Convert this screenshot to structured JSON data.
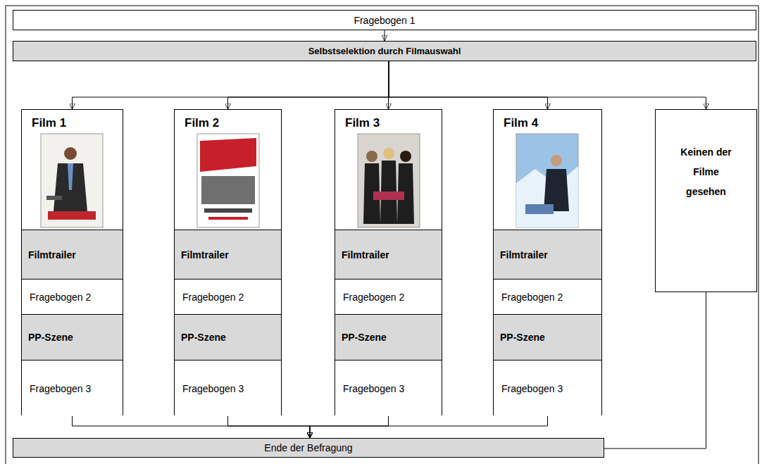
{
  "diagram": {
    "nodes": [
      {
        "text": [
          "Fragebogen 1"
        ]
      },
      {
        "text": [
          "Selbstselektion durch Filmauswahl"
        ]
      },
      {
        "text": [
          "Film 1"
        ]
      },
      {
        "text": [
          "Filmtrailer"
        ],
        "in": 2
      },
      {
        "text": [
          "Fragebogen 2"
        ],
        "in": 2
      },
      {
        "text": [
          "PP-Szene"
        ],
        "in": 2
      },
      {
        "text": [
          "Fragebogen 3"
        ],
        "in": 2
      },
      {
        "text": [
          "Film 2"
        ]
      },
      {
        "text": [
          "Filmtrailer"
        ],
        "in": 7
      },
      {
        "text": [
          "Fragebogen 2"
        ],
        "in": 7
      },
      {
        "text": [
          "PP-Szene"
        ],
        "in": 7
      },
      {
        "text": [
          "Fragebogen 3"
        ],
        "in": 7
      },
      {
        "text": [
          "Film 3"
        ]
      },
      {
        "text": [
          "Filmtrailer"
        ],
        "in": 12
      },
      {
        "text": [
          "Fragebogen 2"
        ],
        "in": 12
      },
      {
        "text": [
          "PP-Szene"
        ],
        "in": 12
      },
      {
        "text": [
          "Fragebogen 3"
        ],
        "in": 12
      },
      {
        "text": [
          "Film 4"
        ]
      },
      {
        "text": [
          "Filmtrailer"
        ],
        "in": 17
      },
      {
        "text": [
          "Fragebogen 2"
        ],
        "in": 17
      },
      {
        "text": [
          "PP-Szene"
        ],
        "in": 17
      },
      {
        "text": [
          "Fragebogen 3"
        ],
        "in": 17
      },
      {
        "text": [
          "Keinen der Filme gesehen"
        ]
      },
      {
        "text": [
          "Ende der Befragung"
        ]
      }
    ],
    "edges": [
      {
        "from": 0,
        "to": 1,
        "arrow": "to"
      },
      {
        "from": 1,
        "to": 2,
        "arrow": "to"
      },
      {
        "from": 1,
        "to": 7,
        "arrow": "to"
      },
      {
        "from": 1,
        "to": 12,
        "arrow": "to"
      },
      {
        "from": 1,
        "to": 17,
        "arrow": "to"
      },
      {
        "from": 1,
        "to": 22,
        "arrow": "to"
      },
      {
        "from": 2,
        "to": 23,
        "arrow": "to"
      },
      {
        "from": 7,
        "to": 23,
        "arrow": "to"
      },
      {
        "from": 12,
        "to": 23,
        "arrow": "to"
      },
      {
        "from": 17,
        "to": 23,
        "arrow": "to"
      },
      {
        "from": 22,
        "to": 23,
        "arrow": "none"
      }
    ]
  }
}
